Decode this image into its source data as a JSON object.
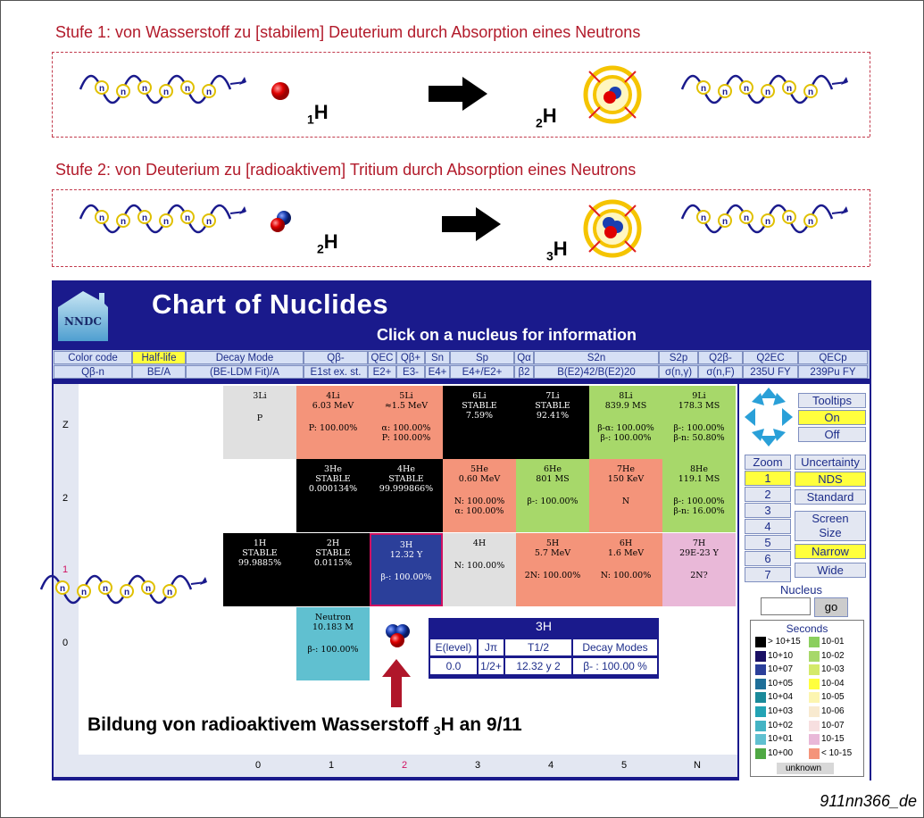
{
  "stage1": {
    "title": "Stufe 1: von Wasserstoff zu [stabilem] Deuterium durch Absorption eines Neutrons",
    "from_sym": "H",
    "from_sub": "1",
    "to_sym": "H",
    "to_sub": "2"
  },
  "stage2": {
    "title": "Stufe 2: von Deuterium zu [radioaktivem] Tritium durch Absorption eines Neutrons",
    "from_sym": "H",
    "from_sub": "2",
    "to_sym": "H",
    "to_sub": "3"
  },
  "neutron_letter": "n",
  "chart": {
    "logo": "NNDC",
    "title": "Chart of Nuclides",
    "subtitle": "Click on a nucleus for information",
    "header_row1": [
      "Color code",
      "Half-life",
      "Decay Mode",
      "Qβ-",
      "QEC",
      "Qβ+",
      "Sn",
      "Sp",
      "Qα",
      "S2n",
      "S2p",
      "Q2β-",
      "Q2EC",
      "QECp"
    ],
    "header_row2": [
      "Qβ-n",
      "BE/A",
      "(BE-LDM Fit)/A",
      "E1st ex. st.",
      "E2+",
      "E3-",
      "E4+",
      "E4+/E2+",
      "β2",
      "B(E2)42/B(E2)20",
      "σ(n,γ)",
      "σ(n,F)",
      "235U FY",
      "239Pu FY"
    ],
    "y_labels": [
      "Z",
      "2",
      "1",
      "0"
    ],
    "x_labels": [
      "0",
      "1",
      "2",
      "3",
      "4",
      "5",
      "N"
    ],
    "cells": {
      "li3": [
        "3Li",
        "",
        "P"
      ],
      "li4": [
        "4Li",
        "6.03 MeV",
        "P: 100.00%"
      ],
      "li5": [
        "5Li",
        "≈1.5 MeV",
        "α: 100.00%",
        "P: 100.00%"
      ],
      "li6": [
        "6Li",
        "STABLE",
        "7.59%"
      ],
      "li7": [
        "7Li",
        "STABLE",
        "92.41%"
      ],
      "li8": [
        "8Li",
        "839.9 MS",
        "β-α: 100.00%",
        "β-: 100.00%"
      ],
      "li9": [
        "9Li",
        "178.3 MS",
        "β-: 100.00%",
        "β-n: 50.80%"
      ],
      "he3": [
        "3He",
        "STABLE",
        "0.000134%"
      ],
      "he4": [
        "4He",
        "STABLE",
        "99.999866%"
      ],
      "he5": [
        "5He",
        "0.60 MeV",
        "N: 100.00%",
        "α: 100.00%"
      ],
      "he6": [
        "6He",
        "801 MS",
        "β-: 100.00%"
      ],
      "he7": [
        "7He",
        "150 KeV",
        "N"
      ],
      "he8": [
        "8He",
        "119.1 MS",
        "β-: 100.00%",
        "β-n: 16.00%"
      ],
      "h1": [
        "1H",
        "STABLE",
        "99.9885%"
      ],
      "h2": [
        "2H",
        "STABLE",
        "0.0115%"
      ],
      "h3": [
        "3H",
        "12.32 Y",
        "β-: 100.00%"
      ],
      "h4": [
        "4H",
        "",
        "N: 100.00%"
      ],
      "h5": [
        "5H",
        "5.7 MeV",
        "2N: 100.00%"
      ],
      "h6": [
        "6H",
        "1.6 MeV",
        "N: 100.00%"
      ],
      "h7": [
        "7H",
        "29E-23 Y",
        "2N?"
      ],
      "n1": [
        "Neutron",
        "10.183 M",
        "β-: 100.00%"
      ]
    },
    "sidebar": {
      "tooltips": "Tooltips",
      "on": "On",
      "off": "Off",
      "zoom": "Zoom",
      "zoom_levels": [
        "1",
        "2",
        "3",
        "4",
        "5",
        "6",
        "7"
      ],
      "uncertainty": "Uncertainty",
      "nds": "NDS",
      "standard": "Standard",
      "screen_size": "Screen Size",
      "narrow": "Narrow",
      "wide": "Wide",
      "nucleus": "Nucleus",
      "go": "go"
    },
    "legend": {
      "title": "Seconds",
      "left": [
        "> 10+15",
        "10+10",
        "10+07",
        "10+05",
        "10+04",
        "10+03",
        "10+02",
        "10+01",
        "10+00"
      ],
      "right": [
        "10-01",
        "10-02",
        "10-03",
        "10-04",
        "10-05",
        "10-06",
        "10-07",
        "10-15",
        "< 10-15"
      ],
      "left_colors": [
        "#000000",
        "#1a1064",
        "#2b3f9a",
        "#1f6f99",
        "#1b8a9a",
        "#23a3b4",
        "#44b4c4",
        "#60c0d0",
        "#4fa844"
      ],
      "right_colors": [
        "#8bcf5e",
        "#a7d86a",
        "#d4ea6a",
        "#ffff3d",
        "#fcf5b0",
        "#f8ead0",
        "#f7dfe0",
        "#e9b8d8",
        "#f4947a"
      ],
      "unknown": "unknown"
    },
    "popup": {
      "title": "3H",
      "headers": [
        "E(level)",
        "Jπ",
        "T1/2",
        "Decay Modes"
      ],
      "values": [
        "0.0",
        "1/2+",
        "12.32 y 2",
        "β- : 100.00 %"
      ]
    }
  },
  "caption": {
    "text": "Bildung von radioaktivem Wasserstoff ",
    "sub": "3",
    "sym": "H an 9/11"
  },
  "figure_code": "911nn366_de"
}
